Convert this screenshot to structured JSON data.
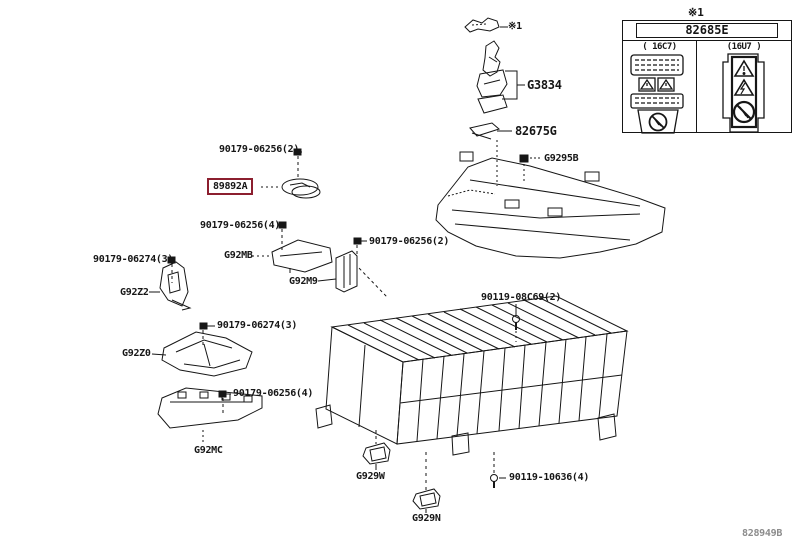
{
  "page": {
    "footer_code": "828949B"
  },
  "colors": {
    "highlight_border": "#8c1f2f",
    "line": "#161616",
    "footer_text": "#8c8c8c",
    "background": "#ffffff"
  },
  "legend": {
    "ref": "※1",
    "title": "82685E",
    "left_cell_label": "(  16C7)",
    "right_cell_label": "(16U7   )",
    "left_graphic": "caution-label-graphic",
    "right_graphic": "high-voltage-warning-label-graphic"
  },
  "callouts": {
    "ref_top": "※1",
    "g3834": "G3834",
    "p82675g": "82675G",
    "g9295b": "G9295B",
    "bolt_top": "90179-06256(2)",
    "part_89892a": "89892A",
    "bolt_92mb": "90179-06256(4)",
    "g92mb": "G92MB",
    "g92m9": "G92M9",
    "bolt_mid": "90179-06256(2)",
    "bolt_92z2": "90179-06274(3)",
    "g92z2": "G92Z2",
    "bolt_92z0": "90179-06274(3)",
    "g92z0": "G92Z0",
    "bolt_92mc": "90179-06256(4)",
    "g92mc": "G92MC",
    "g929w": "G929W",
    "g929n": "G929N",
    "bolt_08c69": "90119-08C69(2)",
    "bolt_10636": "90119-10636(4)"
  }
}
